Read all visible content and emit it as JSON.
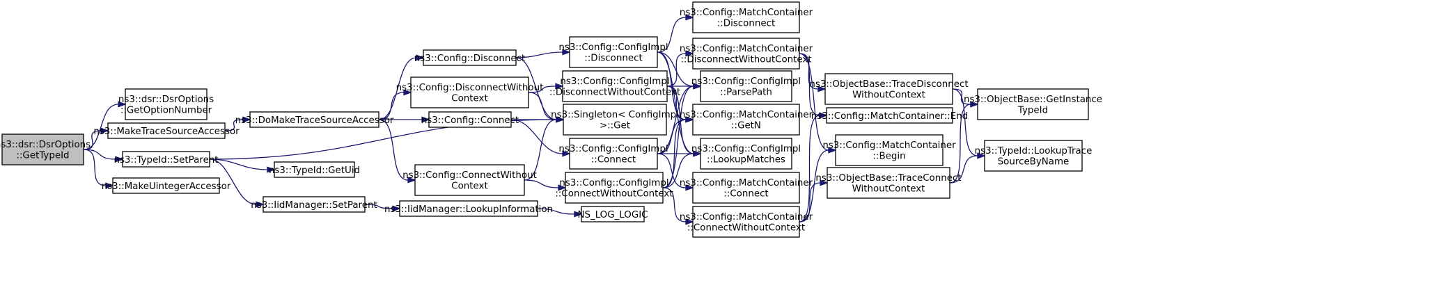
{
  "graph": {
    "nodes": [
      {
        "id": "gettypeid",
        "lines": [
          "ns3::dsr::DsrOptions",
          "::GetTypeId"
        ],
        "root": true
      },
      {
        "id": "getoptionnumber",
        "lines": [
          "ns3::dsr::DsrOptions",
          "::GetOptionNumber"
        ]
      },
      {
        "id": "maketracesourceaccessor",
        "lines": [
          "ns3::MakeTraceSourceAccessor"
        ]
      },
      {
        "id": "typeid-setparent",
        "lines": [
          "ns3::TypeId::SetParent"
        ]
      },
      {
        "id": "makeuintegeraccessor",
        "lines": [
          "ns3::MakeUintegerAccessor"
        ]
      },
      {
        "id": "domaketracesourceaccessor",
        "lines": [
          "ns3::DoMakeTraceSourceAccessor"
        ]
      },
      {
        "id": "typeid-getuid",
        "lines": [
          "ns3::TypeId::GetUid"
        ]
      },
      {
        "id": "iidmanager-setparent",
        "lines": [
          "ns3::IidManager::SetParent"
        ]
      },
      {
        "id": "config-disconnect",
        "lines": [
          "ns3::Config::Disconnect"
        ]
      },
      {
        "id": "config-disconnectwithoutcontext",
        "lines": [
          "ns3::Config::DisconnectWithout",
          "Context"
        ]
      },
      {
        "id": "config-connect",
        "lines": [
          "ns3::Config::Connect"
        ]
      },
      {
        "id": "config-connectwithoutcontext",
        "lines": [
          "ns3::Config::ConnectWithout",
          "Context"
        ]
      },
      {
        "id": "iidmanager-lookupinformation",
        "lines": [
          "ns3::IidManager::LookupInformation"
        ]
      },
      {
        "id": "configimpl-disconnect",
        "lines": [
          "ns3::Config::ConfigImpl",
          "::Disconnect"
        ]
      },
      {
        "id": "configimpl-disconnectwithoutcontext",
        "lines": [
          "ns3::Config::ConfigImpl",
          "::DisconnectWithoutContext"
        ]
      },
      {
        "id": "singleton-get",
        "lines": [
          "ns3::Singleton< ConfigImpl",
          " >::Get"
        ]
      },
      {
        "id": "configimpl-connect",
        "lines": [
          "ns3::Config::ConfigImpl",
          "::Connect"
        ]
      },
      {
        "id": "configimpl-connectwithoutcontext",
        "lines": [
          "ns3::Config::ConfigImpl",
          "::ConnectWithoutContext"
        ]
      },
      {
        "id": "ns-log-logic",
        "lines": [
          "NS_LOG_LOGIC"
        ]
      },
      {
        "id": "matchcontainer-disconnect",
        "lines": [
          "ns3::Config::MatchContainer",
          "::Disconnect"
        ]
      },
      {
        "id": "matchcontainer-disconnectwithoutcontext",
        "lines": [
          "ns3::Config::MatchContainer",
          "::DisconnectWithoutContext"
        ]
      },
      {
        "id": "configimpl-parsepath",
        "lines": [
          "ns3::Config::ConfigImpl",
          "::ParsePath"
        ]
      },
      {
        "id": "matchcontainer-getn",
        "lines": [
          "ns3::Config::MatchContainer",
          "::GetN"
        ]
      },
      {
        "id": "configimpl-lookupmatches",
        "lines": [
          "ns3::Config::ConfigImpl",
          "::LookupMatches"
        ]
      },
      {
        "id": "matchcontainer-connect",
        "lines": [
          "ns3::Config::MatchContainer",
          "::Connect"
        ]
      },
      {
        "id": "matchcontainer-connectwithoutcontext",
        "lines": [
          "ns3::Config::MatchContainer",
          "::ConnectWithoutContext"
        ]
      },
      {
        "id": "objectbase-tracedisconnectwithoutcontext",
        "lines": [
          "ns3::ObjectBase::TraceDisconnect",
          "WithoutContext"
        ]
      },
      {
        "id": "matchcontainer-end",
        "lines": [
          "ns3::Config::MatchContainer::End"
        ]
      },
      {
        "id": "matchcontainer-begin",
        "lines": [
          "ns3::Config::MatchContainer",
          "::Begin"
        ]
      },
      {
        "id": "objectbase-traceconnectwithoutcontext",
        "lines": [
          "ns3::ObjectBase::TraceConnect",
          "WithoutContext"
        ]
      },
      {
        "id": "objectbase-getinstancetypeid",
        "lines": [
          "ns3::ObjectBase::GetInstance",
          "TypeId"
        ]
      },
      {
        "id": "typeid-lookuptracesourcebyname",
        "lines": [
          "ns3::TypeId::LookupTrace",
          "SourceByName"
        ]
      }
    ],
    "edges": [
      [
        "gettypeid",
        "getoptionnumber"
      ],
      [
        "gettypeid",
        "maketracesourceaccessor"
      ],
      [
        "gettypeid",
        "typeid-setparent"
      ],
      [
        "gettypeid",
        "makeuintegeraccessor"
      ],
      [
        "maketracesourceaccessor",
        "domaketracesourceaccessor"
      ],
      [
        "typeid-setparent",
        "singleton-get"
      ],
      [
        "typeid-setparent",
        "typeid-getuid"
      ],
      [
        "typeid-setparent",
        "iidmanager-setparent"
      ],
      [
        "domaketracesourceaccessor",
        "config-disconnect"
      ],
      [
        "domaketracesourceaccessor",
        "config-disconnectwithoutcontext"
      ],
      [
        "domaketracesourceaccessor",
        "config-connect"
      ],
      [
        "domaketracesourceaccessor",
        "config-connectwithoutcontext"
      ],
      [
        "iidmanager-setparent",
        "iidmanager-lookupinformation"
      ],
      [
        "iidmanager-lookupinformation",
        "ns-log-logic"
      ],
      [
        "config-disconnect",
        "configimpl-disconnect"
      ],
      [
        "config-disconnect",
        "singleton-get"
      ],
      [
        "config-disconnectwithoutcontext",
        "configimpl-disconnectwithoutcontext"
      ],
      [
        "config-disconnectwithoutcontext",
        "singleton-get"
      ],
      [
        "config-connect",
        "singleton-get"
      ],
      [
        "config-connect",
        "configimpl-connect"
      ],
      [
        "config-connectwithoutcontext",
        "singleton-get"
      ],
      [
        "config-connectwithoutcontext",
        "configimpl-connectwithoutcontext"
      ],
      [
        "configimpl-disconnect",
        "matchcontainer-disconnect"
      ],
      [
        "configimpl-disconnect",
        "configimpl-parsepath"
      ],
      [
        "configimpl-disconnect",
        "matchcontainer-getn"
      ],
      [
        "configimpl-disconnect",
        "configimpl-lookupmatches"
      ],
      [
        "configimpl-disconnectwithoutcontext",
        "matchcontainer-disconnectwithoutcontext"
      ],
      [
        "configimpl-disconnectwithoutcontext",
        "configimpl-parsepath"
      ],
      [
        "configimpl-disconnectwithoutcontext",
        "matchcontainer-getn"
      ],
      [
        "configimpl-disconnectwithoutcontext",
        "configimpl-lookupmatches"
      ],
      [
        "configimpl-connect",
        "configimpl-parsepath"
      ],
      [
        "configimpl-connect",
        "matchcontainer-getn"
      ],
      [
        "configimpl-connect",
        "configimpl-lookupmatches"
      ],
      [
        "configimpl-connect",
        "matchcontainer-connect"
      ],
      [
        "configimpl-connectwithoutcontext",
        "configimpl-parsepath"
      ],
      [
        "configimpl-connectwithoutcontext",
        "matchcontainer-getn"
      ],
      [
        "configimpl-connectwithoutcontext",
        "configimpl-lookupmatches"
      ],
      [
        "configimpl-connectwithoutcontext",
        "matchcontainer-connectwithoutcontext"
      ],
      [
        "matchcontainer-disconnectwithoutcontext",
        "objectbase-tracedisconnectwithoutcontext"
      ],
      [
        "matchcontainer-disconnectwithoutcontext",
        "matchcontainer-end"
      ],
      [
        "matchcontainer-disconnectwithoutcontext",
        "matchcontainer-begin"
      ],
      [
        "matchcontainer-connectwithoutcontext",
        "matchcontainer-end"
      ],
      [
        "matchcontainer-connectwithoutcontext",
        "matchcontainer-begin"
      ],
      [
        "matchcontainer-connectwithoutcontext",
        "objectbase-traceconnectwithoutcontext"
      ],
      [
        "objectbase-tracedisconnectwithoutcontext",
        "objectbase-getinstancetypeid"
      ],
      [
        "objectbase-tracedisconnectwithoutcontext",
        "typeid-lookuptracesourcebyname"
      ],
      [
        "objectbase-traceconnectwithoutcontext",
        "objectbase-getinstancetypeid"
      ],
      [
        "objectbase-traceconnectwithoutcontext",
        "typeid-lookuptracesourcebyname"
      ]
    ]
  }
}
